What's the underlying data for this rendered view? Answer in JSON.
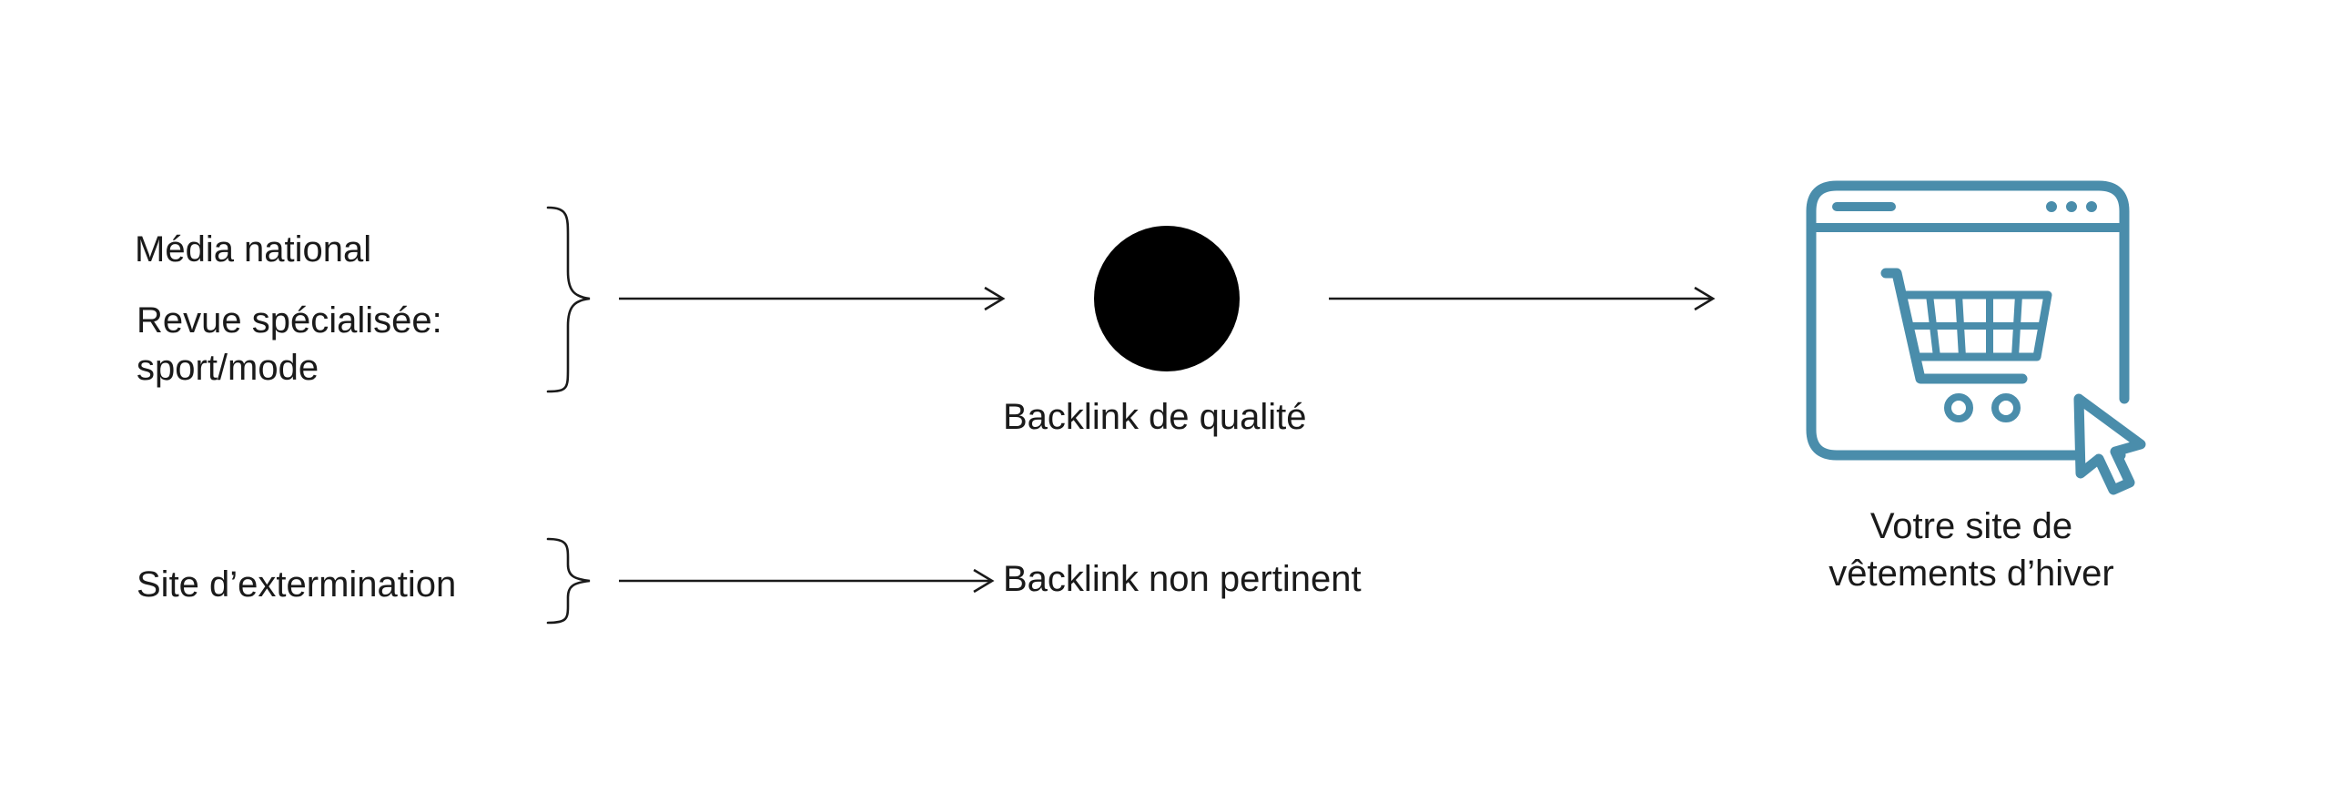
{
  "sources": {
    "media_national": "Média national",
    "revue_line1": "Revue spécialisée:",
    "revue_line2": "sport/mode",
    "site_extermination": "Site d’extermination"
  },
  "nodes": {
    "backlink_quality": "Backlink de qualité",
    "backlink_irrelevant": "Backlink non pertinent"
  },
  "target": {
    "label_line1": "Votre site de",
    "label_line2": "vêtements d’hiver",
    "icon": "shopping-cart-browser-icon",
    "icon_color": "#4a8dab"
  },
  "colors": {
    "line": "#1a1a1a",
    "node": "#000000"
  }
}
